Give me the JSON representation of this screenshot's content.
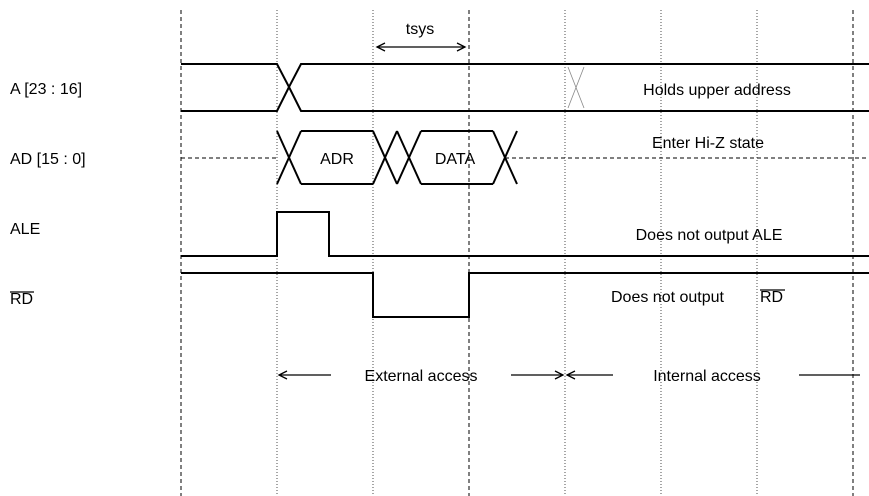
{
  "signals": {
    "a_label": "A [23 : 16]",
    "ad_label": "AD [15 : 0]",
    "ale_label": "ALE",
    "rd_label": "RD"
  },
  "bus": {
    "adr_label": "ADR",
    "data_label": "DATA"
  },
  "timing": {
    "tsys_label": "tsys"
  },
  "notes": {
    "a_note": "Holds upper address",
    "ad_note": "Enter Hi-Z state",
    "ale_note": "Does not output ALE",
    "rd_note_prefix": "Does not output",
    "rd_note_signal": "RD"
  },
  "phases": {
    "external": "External access",
    "internal": "Internal access"
  }
}
